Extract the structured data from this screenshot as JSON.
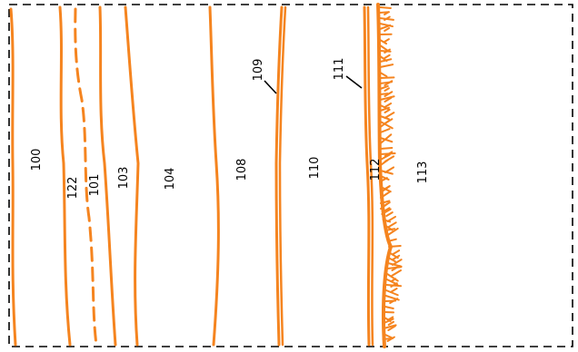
{
  "colors": {
    "line": "#f5841f",
    "border": "#000000",
    "text": "#000000"
  },
  "labels": {
    "l100": "100",
    "l122": "122",
    "l101": "101",
    "l103": "103",
    "l104": "104",
    "l108": "108",
    "l109": "109",
    "l110": "110",
    "l111": "111",
    "l112": "112",
    "l113": "113"
  }
}
